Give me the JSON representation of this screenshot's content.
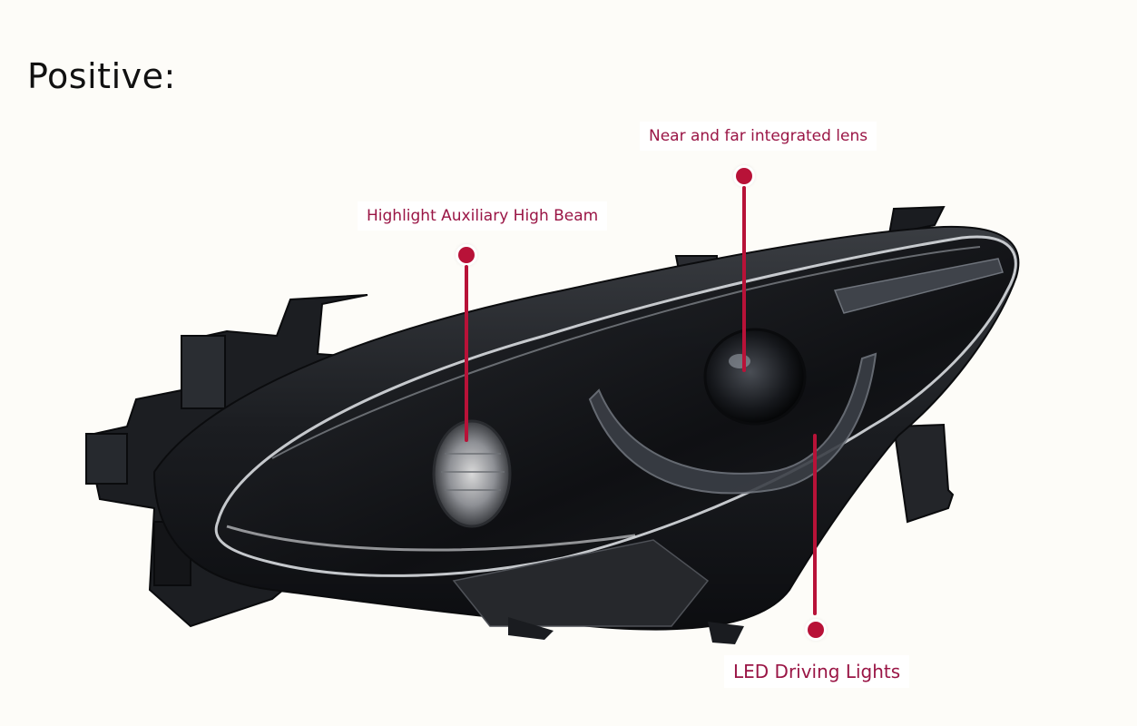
{
  "heading": "Positive:",
  "callouts": {
    "near_far_lens": "Near and far integrated lens",
    "aux_high_beam": "Highlight Auxiliary High Beam",
    "led_driving": "LED Driving Lights"
  },
  "colors": {
    "callout_text": "#9a1545",
    "pin": "#b81238",
    "background": "#fdfcf8"
  }
}
